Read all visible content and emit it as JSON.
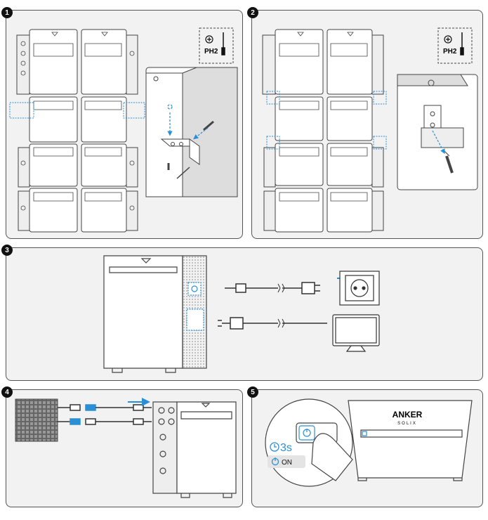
{
  "steps": [
    {
      "number": "1"
    },
    {
      "number": "2"
    },
    {
      "number": "3"
    },
    {
      "number": "4"
    },
    {
      "number": "5"
    }
  ],
  "tool": {
    "label": "PH2",
    "icon": "phillips-screwdriver-icon"
  },
  "power_button": {
    "hold_duration": "3s",
    "state_label": "ON",
    "icon": "power-icon",
    "timer_icon": "clock-icon"
  },
  "brand": {
    "name": "ANKER",
    "sub": "SOLIX"
  },
  "colors": {
    "accent": "#2b8fd6",
    "line": "#333333",
    "panel_bg": "#f2f2f2"
  }
}
